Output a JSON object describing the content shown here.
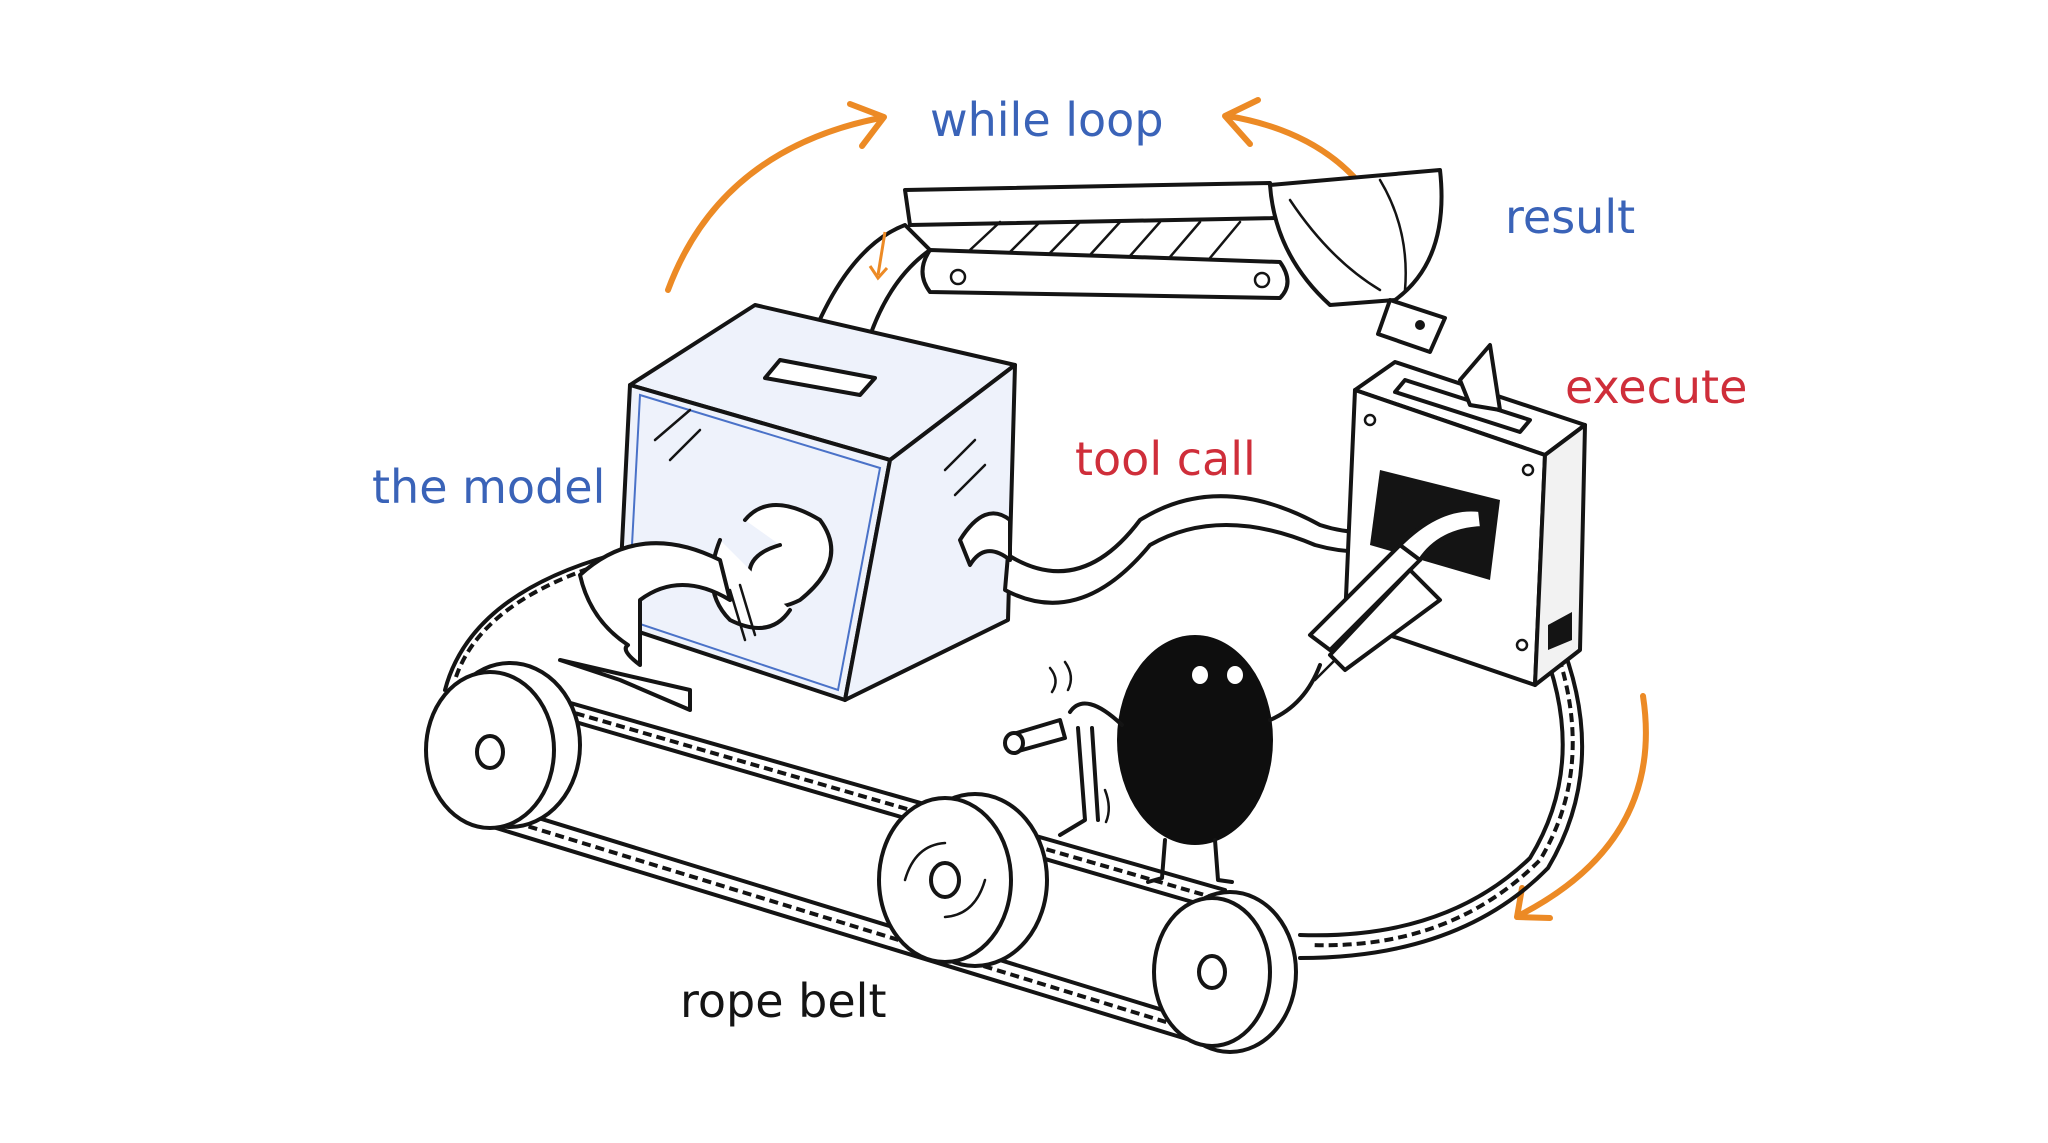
{
  "labels": {
    "while_loop": "while loop",
    "result": "result",
    "execute": "execute",
    "tool_call": "tool call",
    "the_model": "the model",
    "rope_belt": "rope belt"
  },
  "colors": {
    "blue_label": "#3a63b8",
    "red_label": "#cf2e3a",
    "black_label": "#141414",
    "arrow": "#ec8a25",
    "ink": "#141414",
    "glass_tint": "#eef2fb",
    "glass_edge": "#4a72c8"
  },
  "icons": [
    "creature-character",
    "crank-handle",
    "pliers-tool",
    "scoop-ladle",
    "token-card",
    "glass-cube-model",
    "executor-box",
    "conveyor-pulley"
  ]
}
